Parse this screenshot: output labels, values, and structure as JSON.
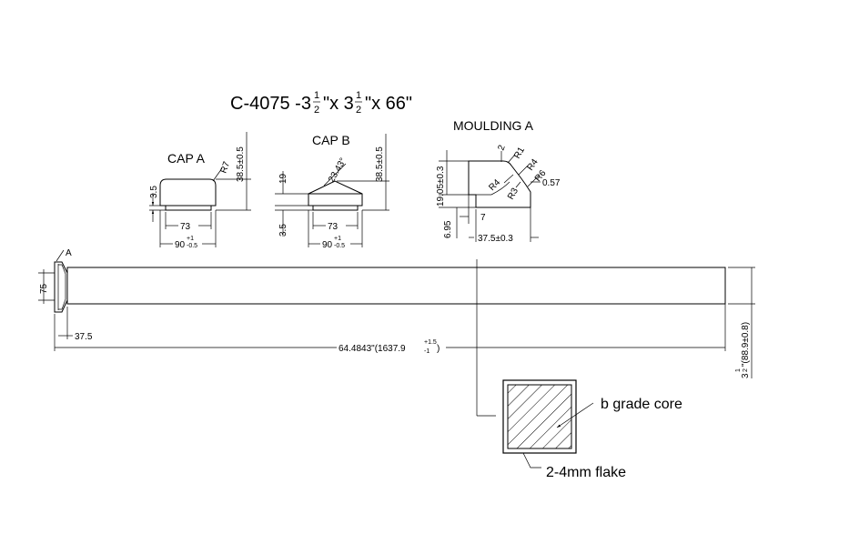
{
  "title": {
    "main": "C-4075 -3",
    "frac1": "1",
    "frac2": "2",
    "mid1": "\"x 3",
    "mid2": "\"x 66\""
  },
  "cap_a": {
    "label": "CAP A",
    "radius": "R7",
    "height": "3.5",
    "total_height": "38.5±0.5",
    "inner_width": "73",
    "outer_width": "90",
    "tol_plus": "+1",
    "tol_minus": "-0.5"
  },
  "cap_b": {
    "label": "CAP B",
    "angle": "23.43°",
    "upper": "19",
    "lower": "3.5",
    "total_height": "38.5±0.5",
    "inner_width": "73",
    "outer_width": "90",
    "tol_plus": "+1",
    "tol_minus": "-0.5"
  },
  "moulding_a": {
    "label": "MOULDING A",
    "r2": "2",
    "r1": "R1",
    "r4a": "R4",
    "r6": "R6",
    "r4b": "R4",
    "r3": "R3",
    "offset": "0.57",
    "height": "19.05±0.3",
    "base": "6.95",
    "step": "7",
    "width": "37.5±0.3"
  },
  "post": {
    "label_a": "A",
    "cap_dim": "75",
    "cap_len": "37.5",
    "length": "64.4843\"(1637.9",
    "len_plus": "+1.5",
    "len_minus": "-1",
    "len_close": ")",
    "side_whole": "3",
    "side_num": "1",
    "side_den": "2",
    "side_rest": "\"(88.9±0.8)"
  },
  "section": {
    "core_label": "b grade core",
    "flake_label": "2-4mm flake"
  }
}
